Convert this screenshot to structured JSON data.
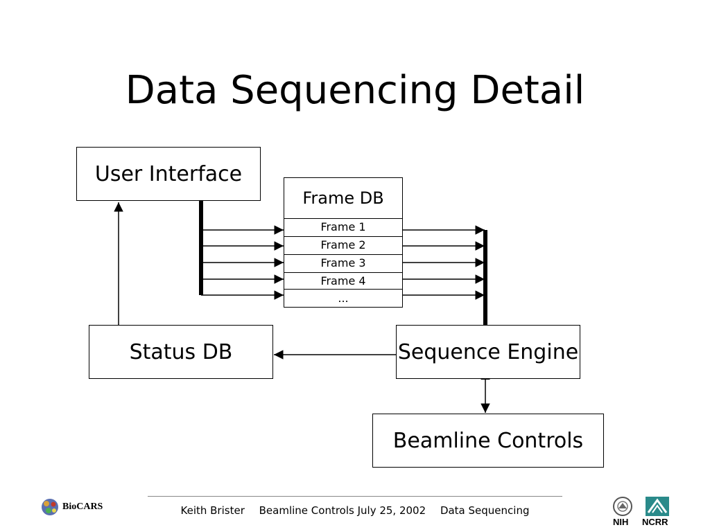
{
  "slide": {
    "title": "Data Sequencing Detail"
  },
  "diagram": {
    "user_interface": "User Interface",
    "frame_db": "Frame DB",
    "frames": [
      "Frame 1",
      "Frame 2",
      "Frame 3",
      "Frame 4",
      "..."
    ],
    "status_db": "Status DB",
    "sequence_engine": "Sequence Engine",
    "beamline_controls": "Beamline Controls"
  },
  "footer": {
    "author": "Keith Brister",
    "event": "Beamline Controls July 25, 2002",
    "topic": "Data Sequencing",
    "left_logo": "BioCARS",
    "right_logo_1": "NIH",
    "right_logo_2": "NCRR"
  },
  "colors": {
    "logo_green": "#2a8a8a",
    "biocars_ball": "#5a6fb0"
  }
}
